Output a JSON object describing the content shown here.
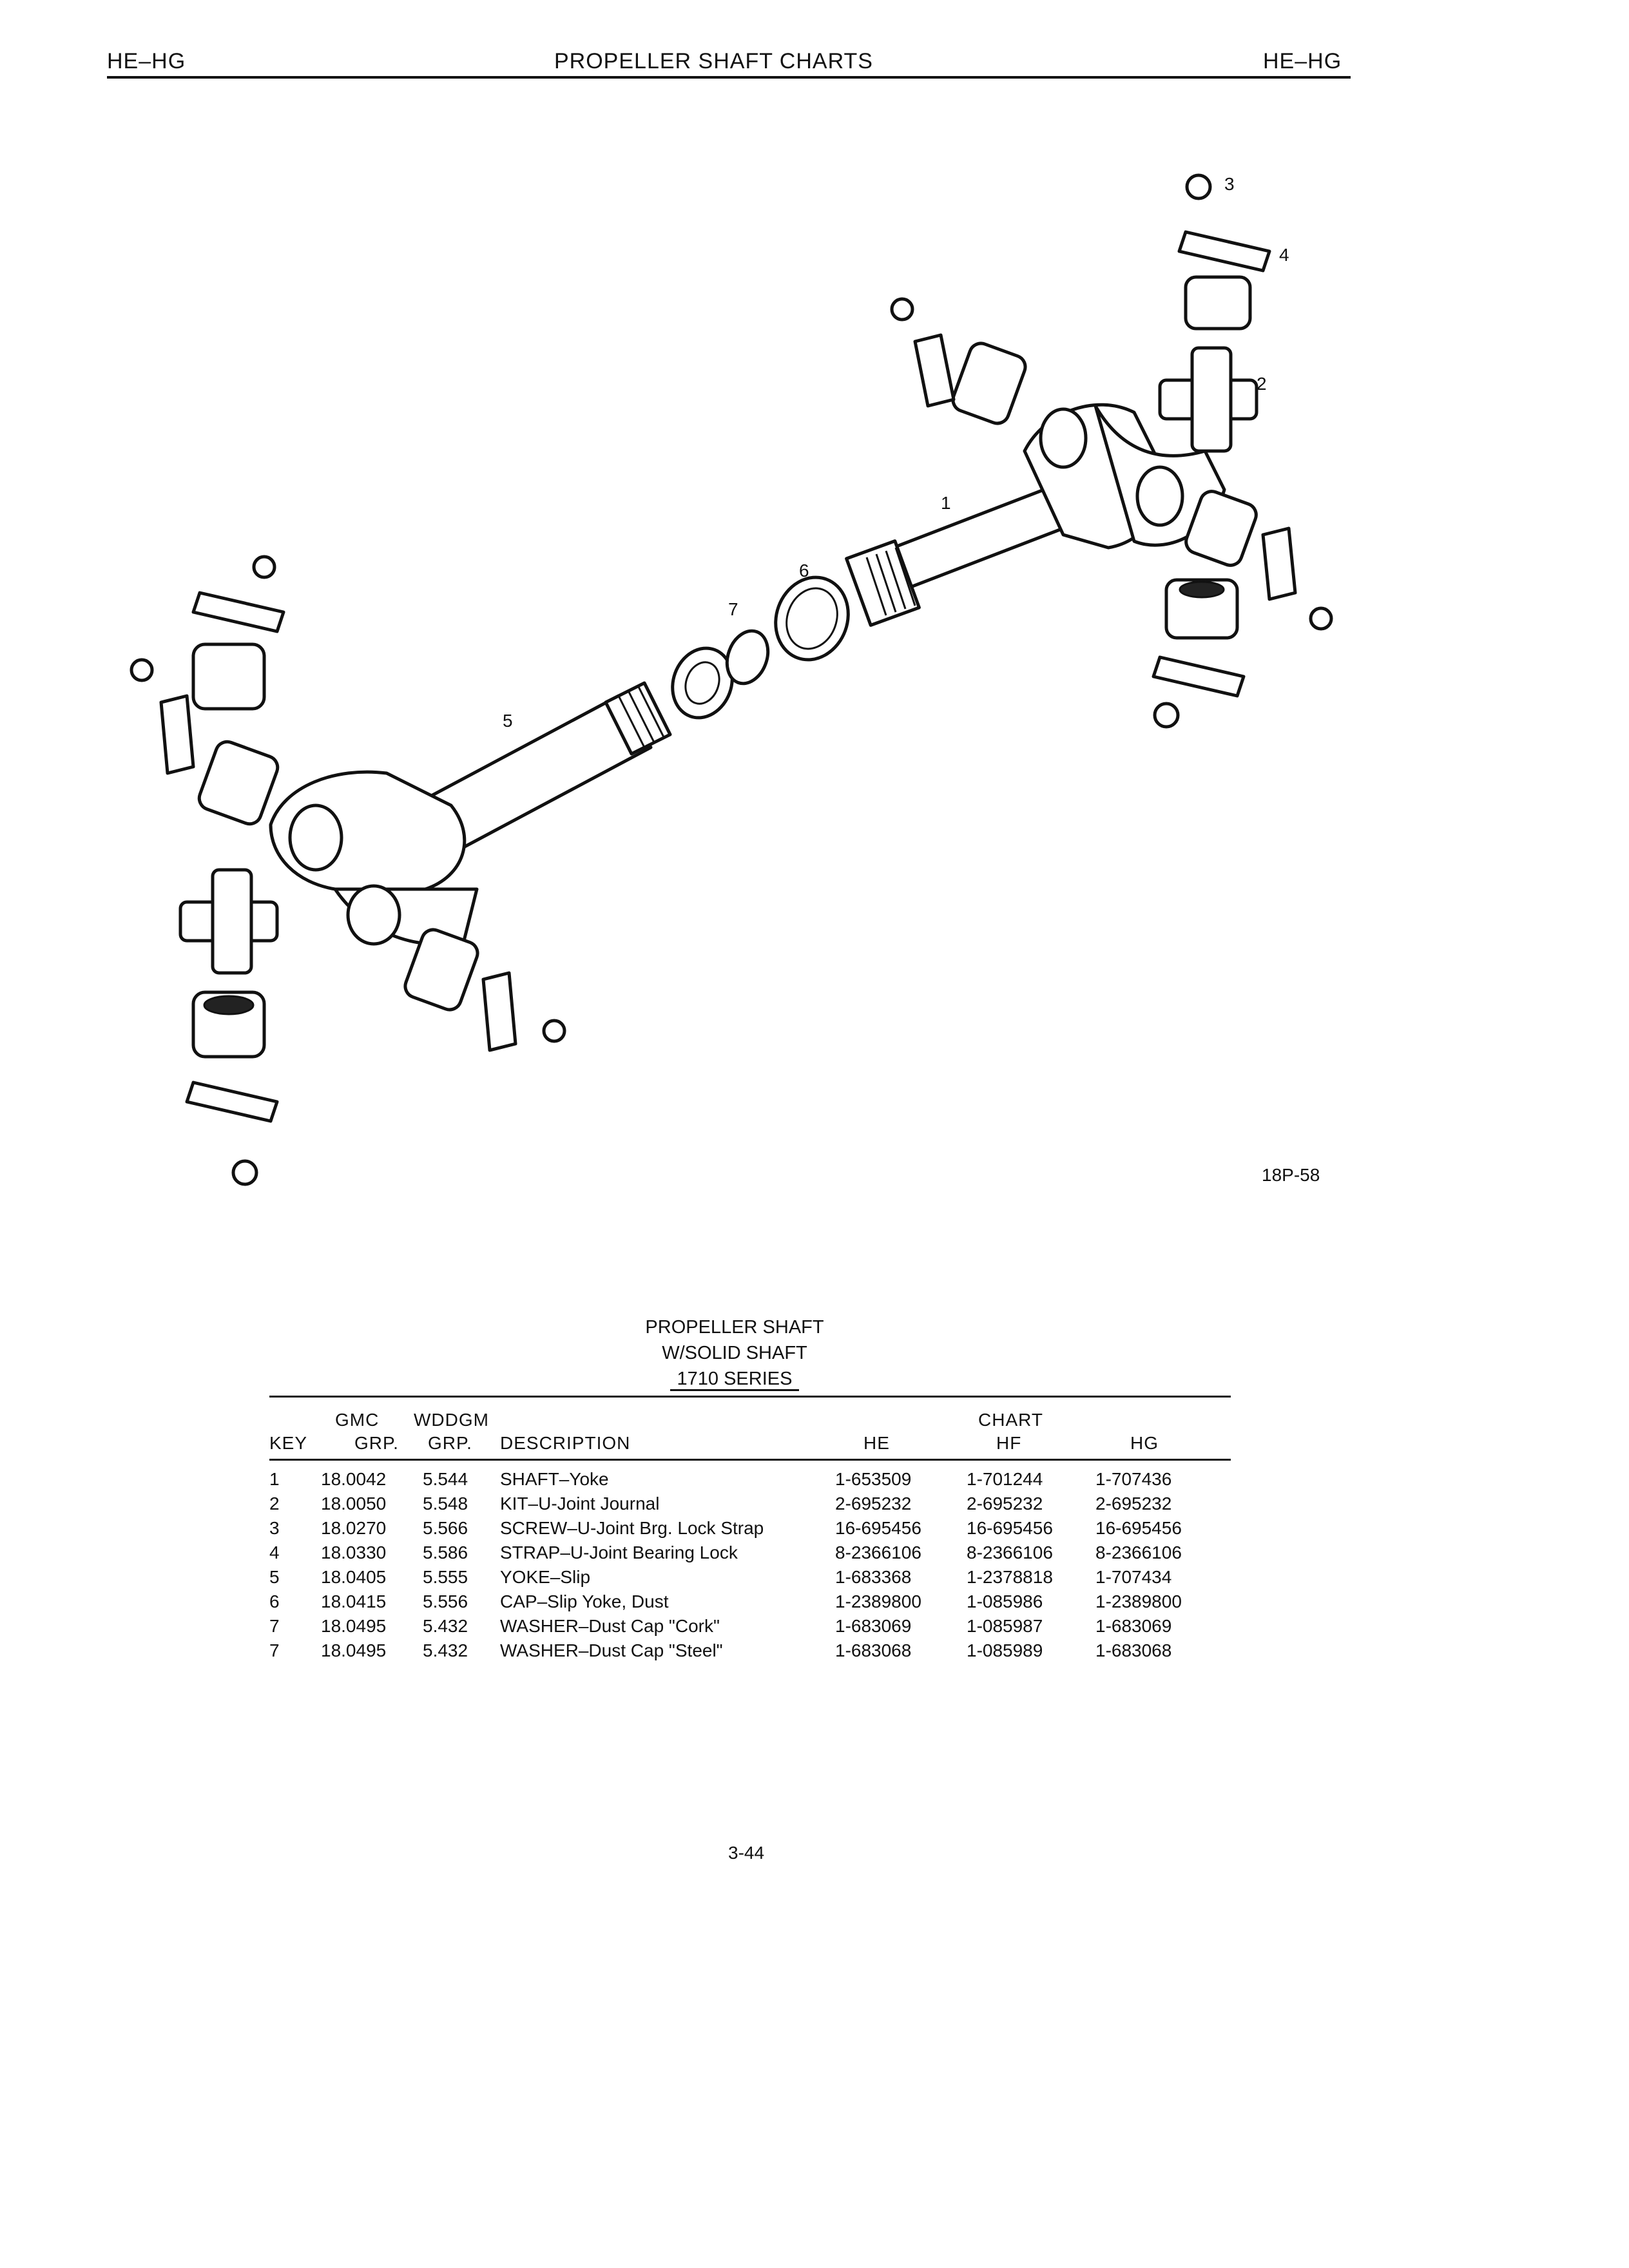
{
  "header": {
    "left": "HE–HG",
    "title": "PROPELLER SHAFT CHARTS",
    "right": "HE–HG"
  },
  "figure": {
    "id": "18P-58",
    "callouts": [
      "1",
      "2",
      "3",
      "4",
      "5",
      "6",
      "7"
    ]
  },
  "table": {
    "title_lines": [
      "PROPELLER SHAFT",
      "W/SOLID SHAFT",
      "1710 SERIES"
    ],
    "header": {
      "gmc_top": "GMC",
      "wddgm_top": "WDDGM",
      "chart_top": "CHART",
      "key": "KEY",
      "gmc_grp": "GRP.",
      "wddgm_grp": "GRP.",
      "description": "DESCRIPTION",
      "he": "HE",
      "hf": "HF",
      "hg": "HG"
    },
    "rows": [
      {
        "key": "1",
        "gmc": "18.0042",
        "wddgm": "5.544",
        "desc": "SHAFT–Yoke",
        "he": "1-653509",
        "hf": "1-701244",
        "hg": "1-707436"
      },
      {
        "key": "2",
        "gmc": "18.0050",
        "wddgm": "5.548",
        "desc": "KIT–U-Joint Journal",
        "he": "2-695232",
        "hf": "2-695232",
        "hg": "2-695232"
      },
      {
        "key": "3",
        "gmc": "18.0270",
        "wddgm": "5.566",
        "desc": "SCREW–U-Joint Brg. Lock Strap",
        "he": "16-695456",
        "hf": "16-695456",
        "hg": "16-695456"
      },
      {
        "key": "4",
        "gmc": "18.0330",
        "wddgm": "5.586",
        "desc": "STRAP–U-Joint Bearing Lock",
        "he": "8-2366106",
        "hf": "8-2366106",
        "hg": "8-2366106"
      },
      {
        "key": "5",
        "gmc": "18.0405",
        "wddgm": "5.555",
        "desc": "YOKE–Slip",
        "he": "1-683368",
        "hf": "1-2378818",
        "hg": "1-707434"
      },
      {
        "key": "6",
        "gmc": "18.0415",
        "wddgm": "5.556",
        "desc": "CAP–Slip Yoke, Dust",
        "he": "1-2389800",
        "hf": "1-085986",
        "hg": "1-2389800"
      },
      {
        "key": "7",
        "gmc": "18.0495",
        "wddgm": "5.432",
        "desc": "WASHER–Dust Cap \"Cork\"",
        "he": "1-683069",
        "hf": "1-085987",
        "hg": "1-683069"
      },
      {
        "key": "7",
        "gmc": "18.0495",
        "wddgm": "5.432",
        "desc": "WASHER–Dust Cap \"Steel\"",
        "he": "1-683068",
        "hf": "1-085989",
        "hg": "1-683068"
      }
    ]
  },
  "footer": {
    "page_number": "3-44"
  }
}
